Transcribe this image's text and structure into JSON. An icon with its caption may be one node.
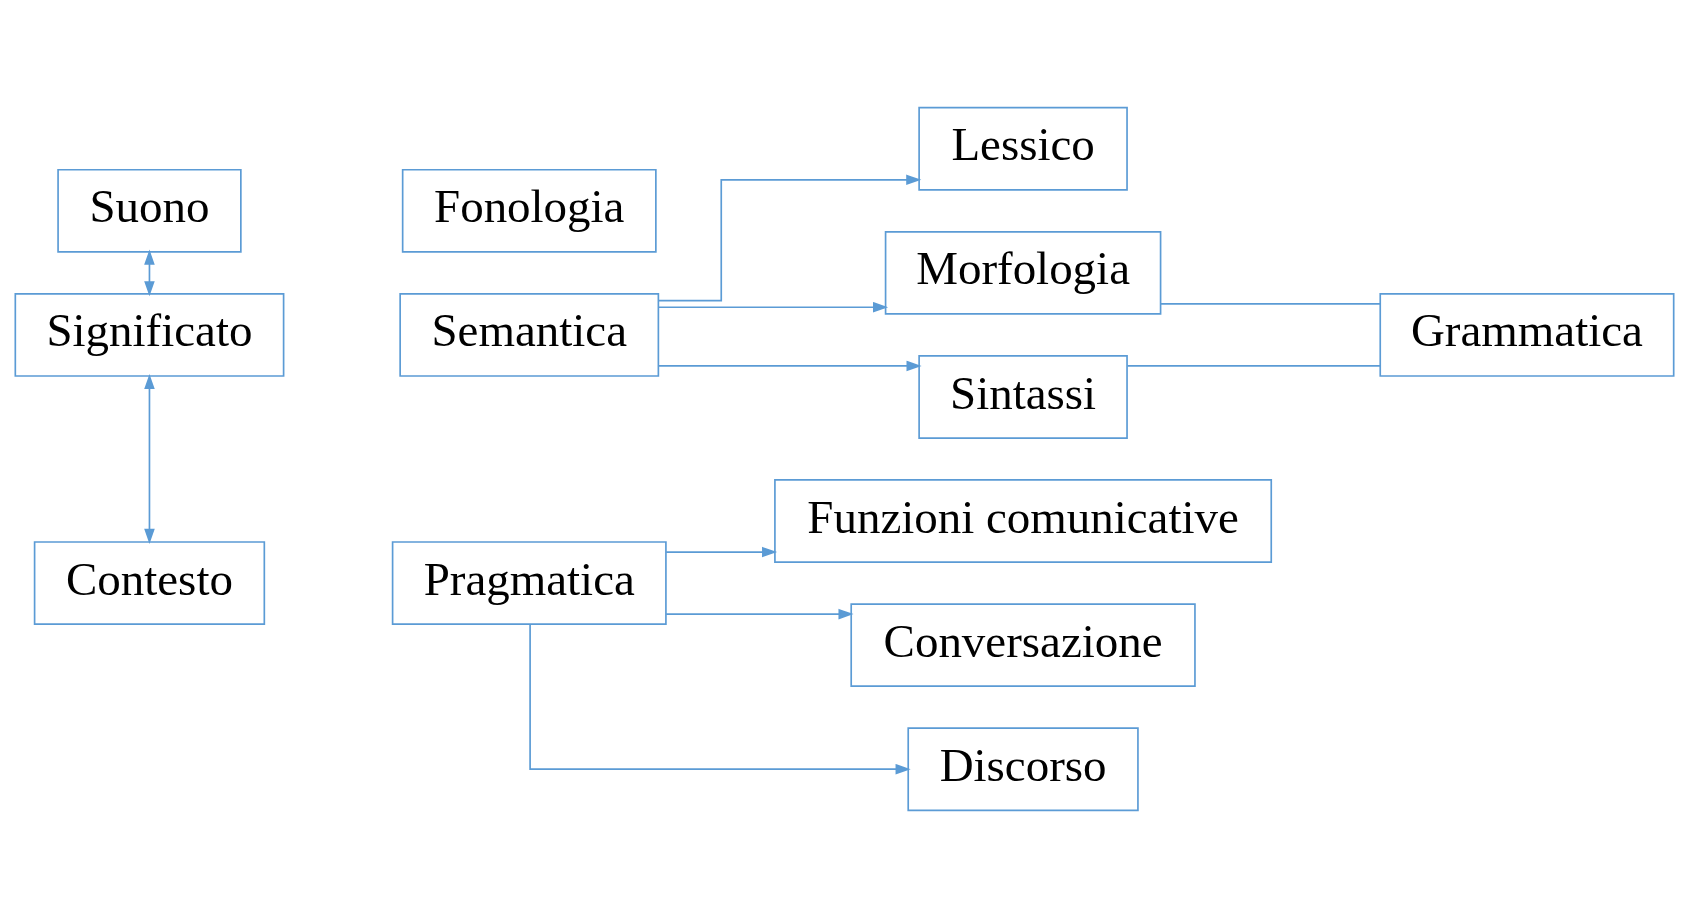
{
  "diagram": {
    "nodes": [
      {
        "text": [
          "Suono"
        ]
      },
      {
        "text": [
          "Fonologia"
        ]
      },
      {
        "text": [
          "Significato"
        ]
      },
      {
        "text": [
          "Semantica"
        ]
      },
      {
        "text": [
          "Contesto"
        ]
      },
      {
        "text": [
          "Pragmatica"
        ]
      },
      {
        "text": [
          "Lessico"
        ]
      },
      {
        "text": [
          "Morfologia"
        ]
      },
      {
        "text": [
          "Sintassi"
        ]
      },
      {
        "text": [
          "Grammatica"
        ]
      },
      {
        "text": [
          "Funzioni comunicative"
        ]
      },
      {
        "text": [
          "Conversazione"
        ]
      },
      {
        "text": [
          "Discorso"
        ]
      }
    ],
    "edges": [
      {
        "from": 0,
        "to": 2,
        "arrow": "both"
      },
      {
        "from": 2,
        "to": 4,
        "arrow": "both"
      },
      {
        "from": 3,
        "to": 6,
        "arrow": "to"
      },
      {
        "from": 3,
        "to": 7,
        "arrow": "to"
      },
      {
        "from": 3,
        "to": 8,
        "arrow": "to"
      },
      {
        "from": 7,
        "to": 9,
        "arrow": "none"
      },
      {
        "from": 8,
        "to": 9,
        "arrow": "none"
      },
      {
        "from": 5,
        "to": 10,
        "arrow": "to"
      },
      {
        "from": 5,
        "to": 11,
        "arrow": "to"
      },
      {
        "from": 5,
        "to": 12,
        "arrow": "to"
      }
    ]
  }
}
